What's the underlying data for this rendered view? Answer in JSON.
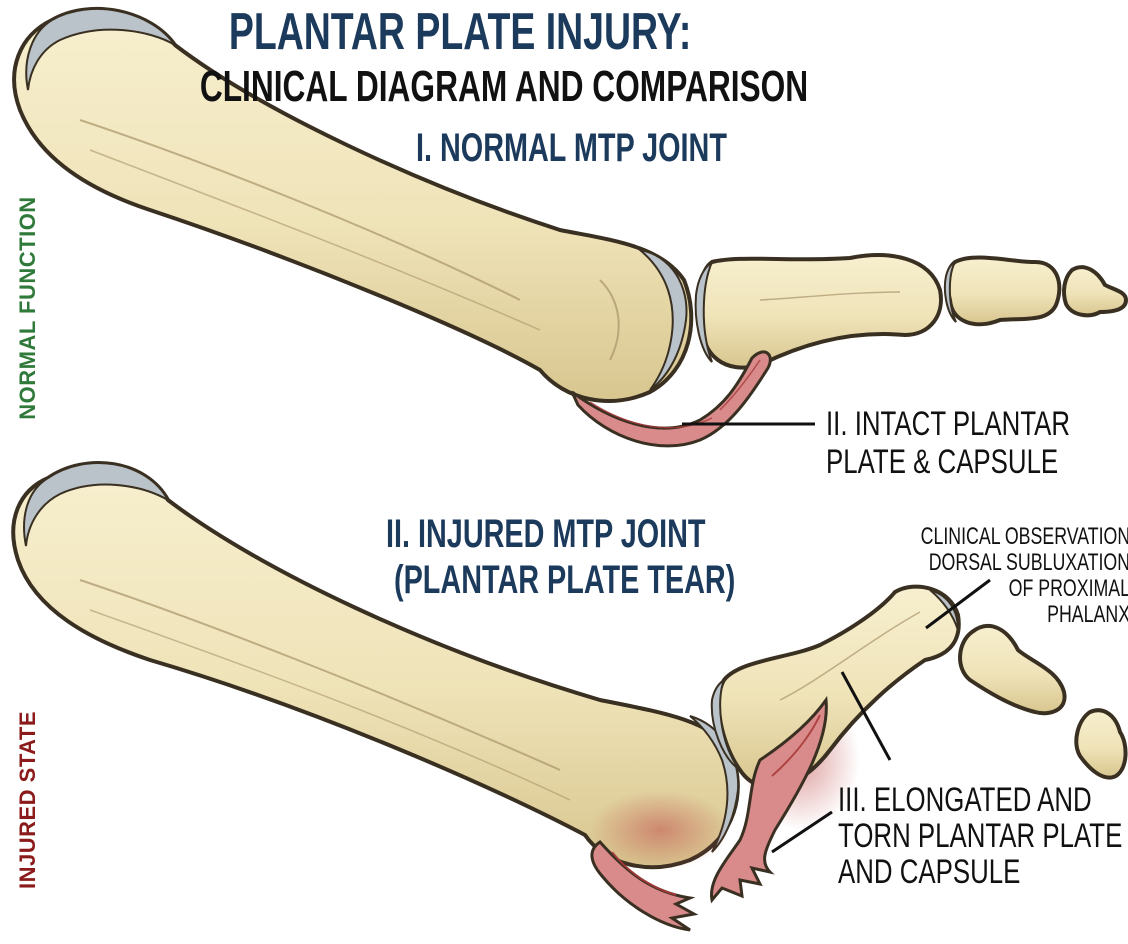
{
  "title": "PLANTAR PLATE INJURY:",
  "subtitle": "CLINICAL DIAGRAM AND COMPARISON",
  "normal": {
    "heading": "I. NORMAL MTP JOINT",
    "side_label": "NORMAL FUNCTION",
    "callout_line1": "II. INTACT PLANTAR",
    "callout_line2": "PLATE & CAPSULE"
  },
  "injured": {
    "heading_line1": "II. INJURED MTP JOINT",
    "heading_line2": "(PLANTAR PLATE TEAR)",
    "side_label": "INJURED STATE",
    "observation_line1": "CLINICAL OBSERVATION",
    "observation_line2": "DORSAL SUBLUXATION",
    "observation_line3": "OF PROXIMAL",
    "observation_line4": "PHALANX",
    "callout_line1": "III. ELONGATED AND",
    "callout_line2": "TORN PLANTAR PLATE",
    "callout_line3": "AND CAPSULE"
  },
  "colors": {
    "bone": "#efe3b8",
    "bone_shadow": "#d7c48b",
    "bone_outline": "#3a3022",
    "cartilage": "#b9c3c9",
    "ligament": "#d98b8b",
    "ligament_dark": "#a83a3a",
    "title_navy": "#1b3a5c",
    "normal_green": "#2f7a3a",
    "injured_red": "#8b1a1a"
  }
}
